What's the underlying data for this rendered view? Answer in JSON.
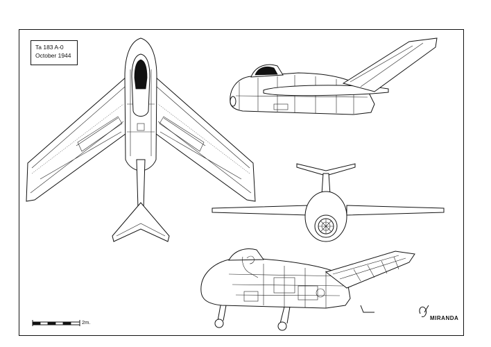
{
  "title_block": {
    "line1": "Ta 183 A-0",
    "line2": "October 1944"
  },
  "scale_bar": {
    "label": "2m."
  },
  "signature": {
    "text": "MIRANDA"
  }
}
